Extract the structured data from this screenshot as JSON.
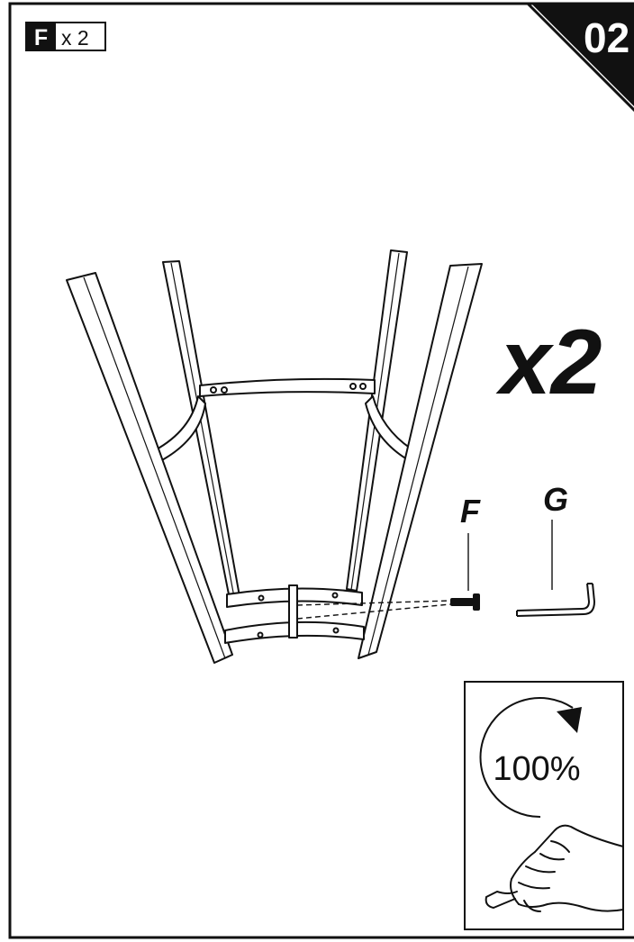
{
  "step": {
    "number": "02"
  },
  "parts_needed": {
    "part_letter": "F",
    "quantity": "x 2"
  },
  "multiplier": "x2",
  "hardware": {
    "screw_label": "F",
    "wrench_label": "G"
  },
  "tighten_inset": {
    "percent": "100%"
  },
  "colors": {
    "ink": "#111111",
    "paper": "#ffffff"
  }
}
